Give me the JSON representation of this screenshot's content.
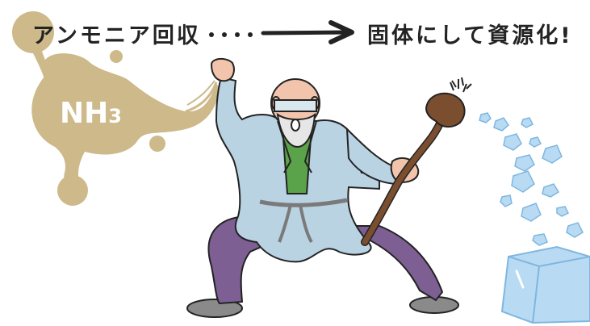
{
  "caption": {
    "left_text": "アンモニア回収",
    "right_text": "固体にして資源化!"
  },
  "blob": {
    "label_main": "NH",
    "label_sub": "3",
    "color": "#CDB98A"
  },
  "colors": {
    "coat": "#B9D3E3",
    "pants": "#7E5F93",
    "staff": "#7A4E2F",
    "crystal": "#B8DBF3",
    "crystal_dark": "#7FB6E0",
    "skin": "#F2C4AC",
    "shirt": "#5BA34A",
    "ink": "#232323"
  },
  "icons": [
    "arrow-right-icon",
    "dotted-line-icon",
    "ammonia-blob-icon",
    "scientist-figure",
    "staff-icon",
    "crystal-cube-icon",
    "crystal-particle-icon",
    "sparkle-icon"
  ]
}
